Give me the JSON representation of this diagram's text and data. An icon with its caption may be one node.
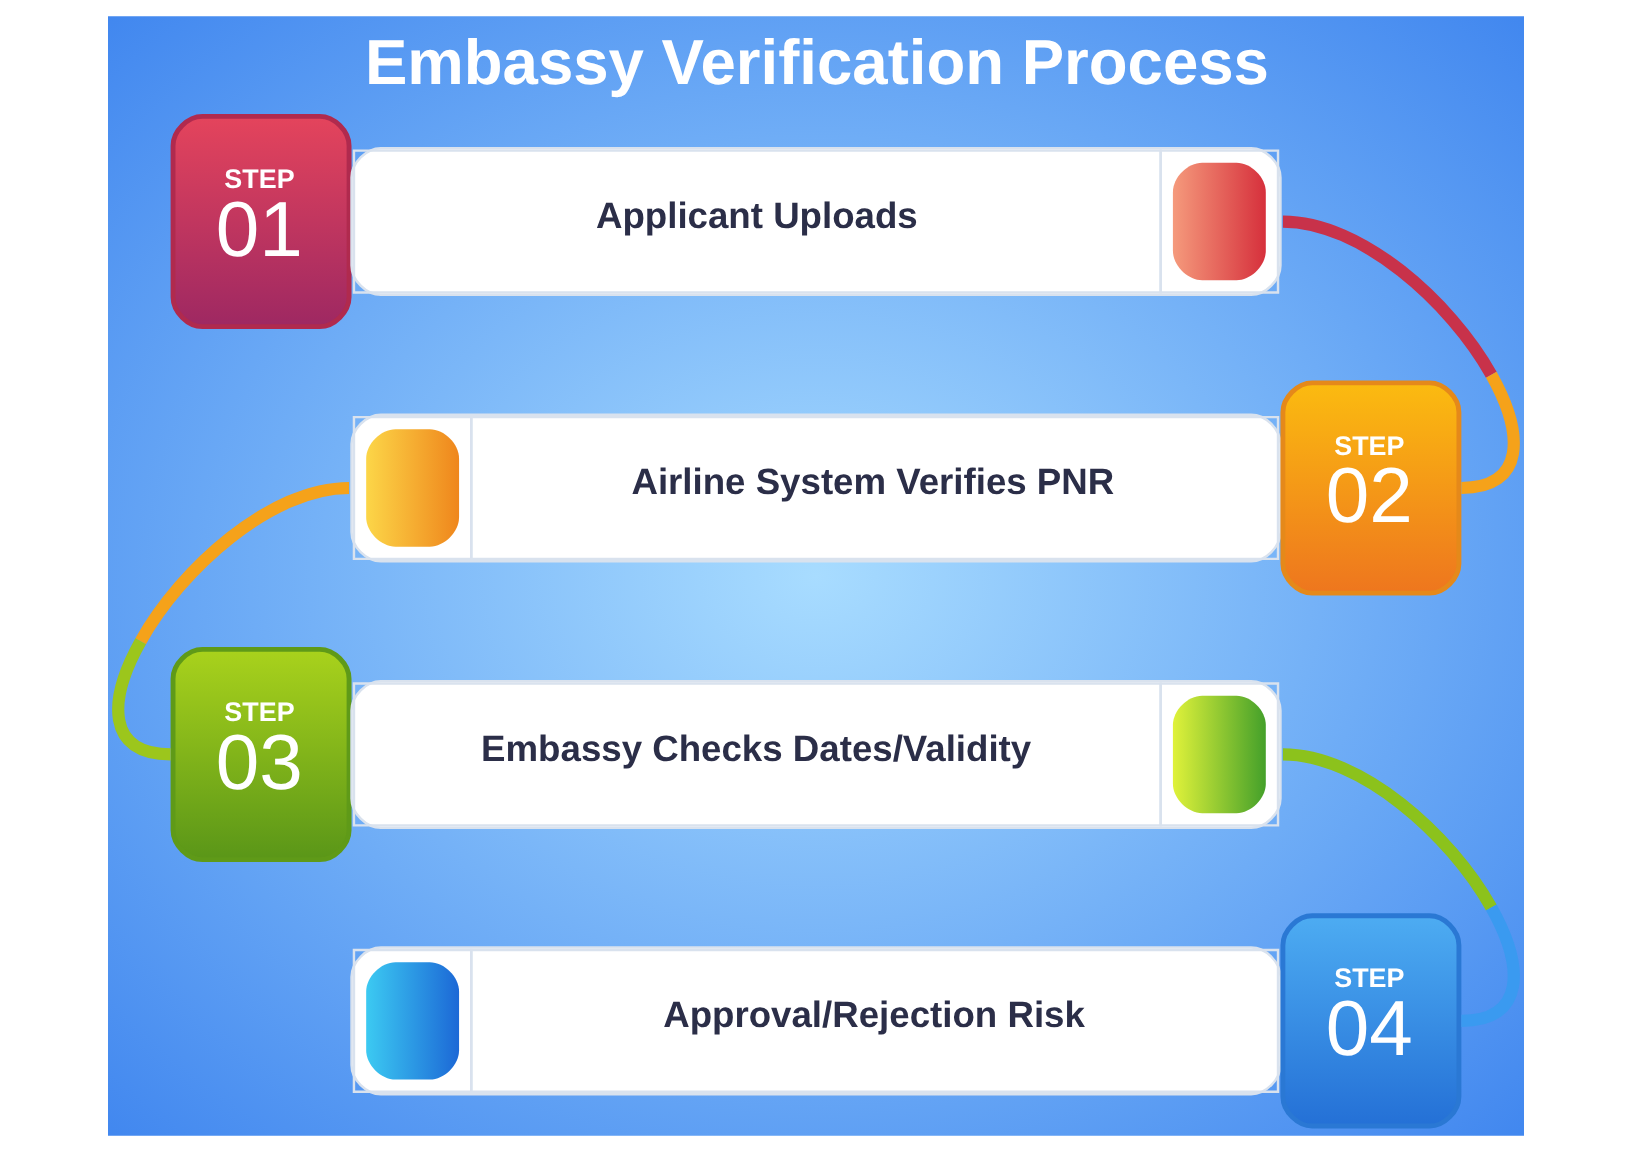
{
  "diagram": {
    "title": "Embassy Verification Process",
    "nodes": [
      {
        "text": [
          "STEP",
          "01"
        ]
      },
      {
        "text": [
          "Applicant Uploads"
        ]
      },
      {
        "text": [
          "Airline System Verifies PNR"
        ]
      },
      {
        "text": [
          "STEP",
          "02"
        ]
      },
      {
        "text": [
          "STEP",
          "03"
        ]
      },
      {
        "text": [
          "Embassy Checks Dates/Validity"
        ]
      },
      {
        "text": [
          "Approval/Rejection Risk"
        ]
      },
      {
        "text": [
          "STEP",
          "04"
        ]
      }
    ],
    "edges": [
      {
        "from": 1,
        "to": 3,
        "arrow": "none",
        "color": "#c8324a"
      },
      {
        "from": 2,
        "to": 4,
        "arrow": "none",
        "color": "#f5a21a"
      },
      {
        "from": 5,
        "to": 7,
        "arrow": "none",
        "color": "#8cc21c"
      }
    ]
  }
}
